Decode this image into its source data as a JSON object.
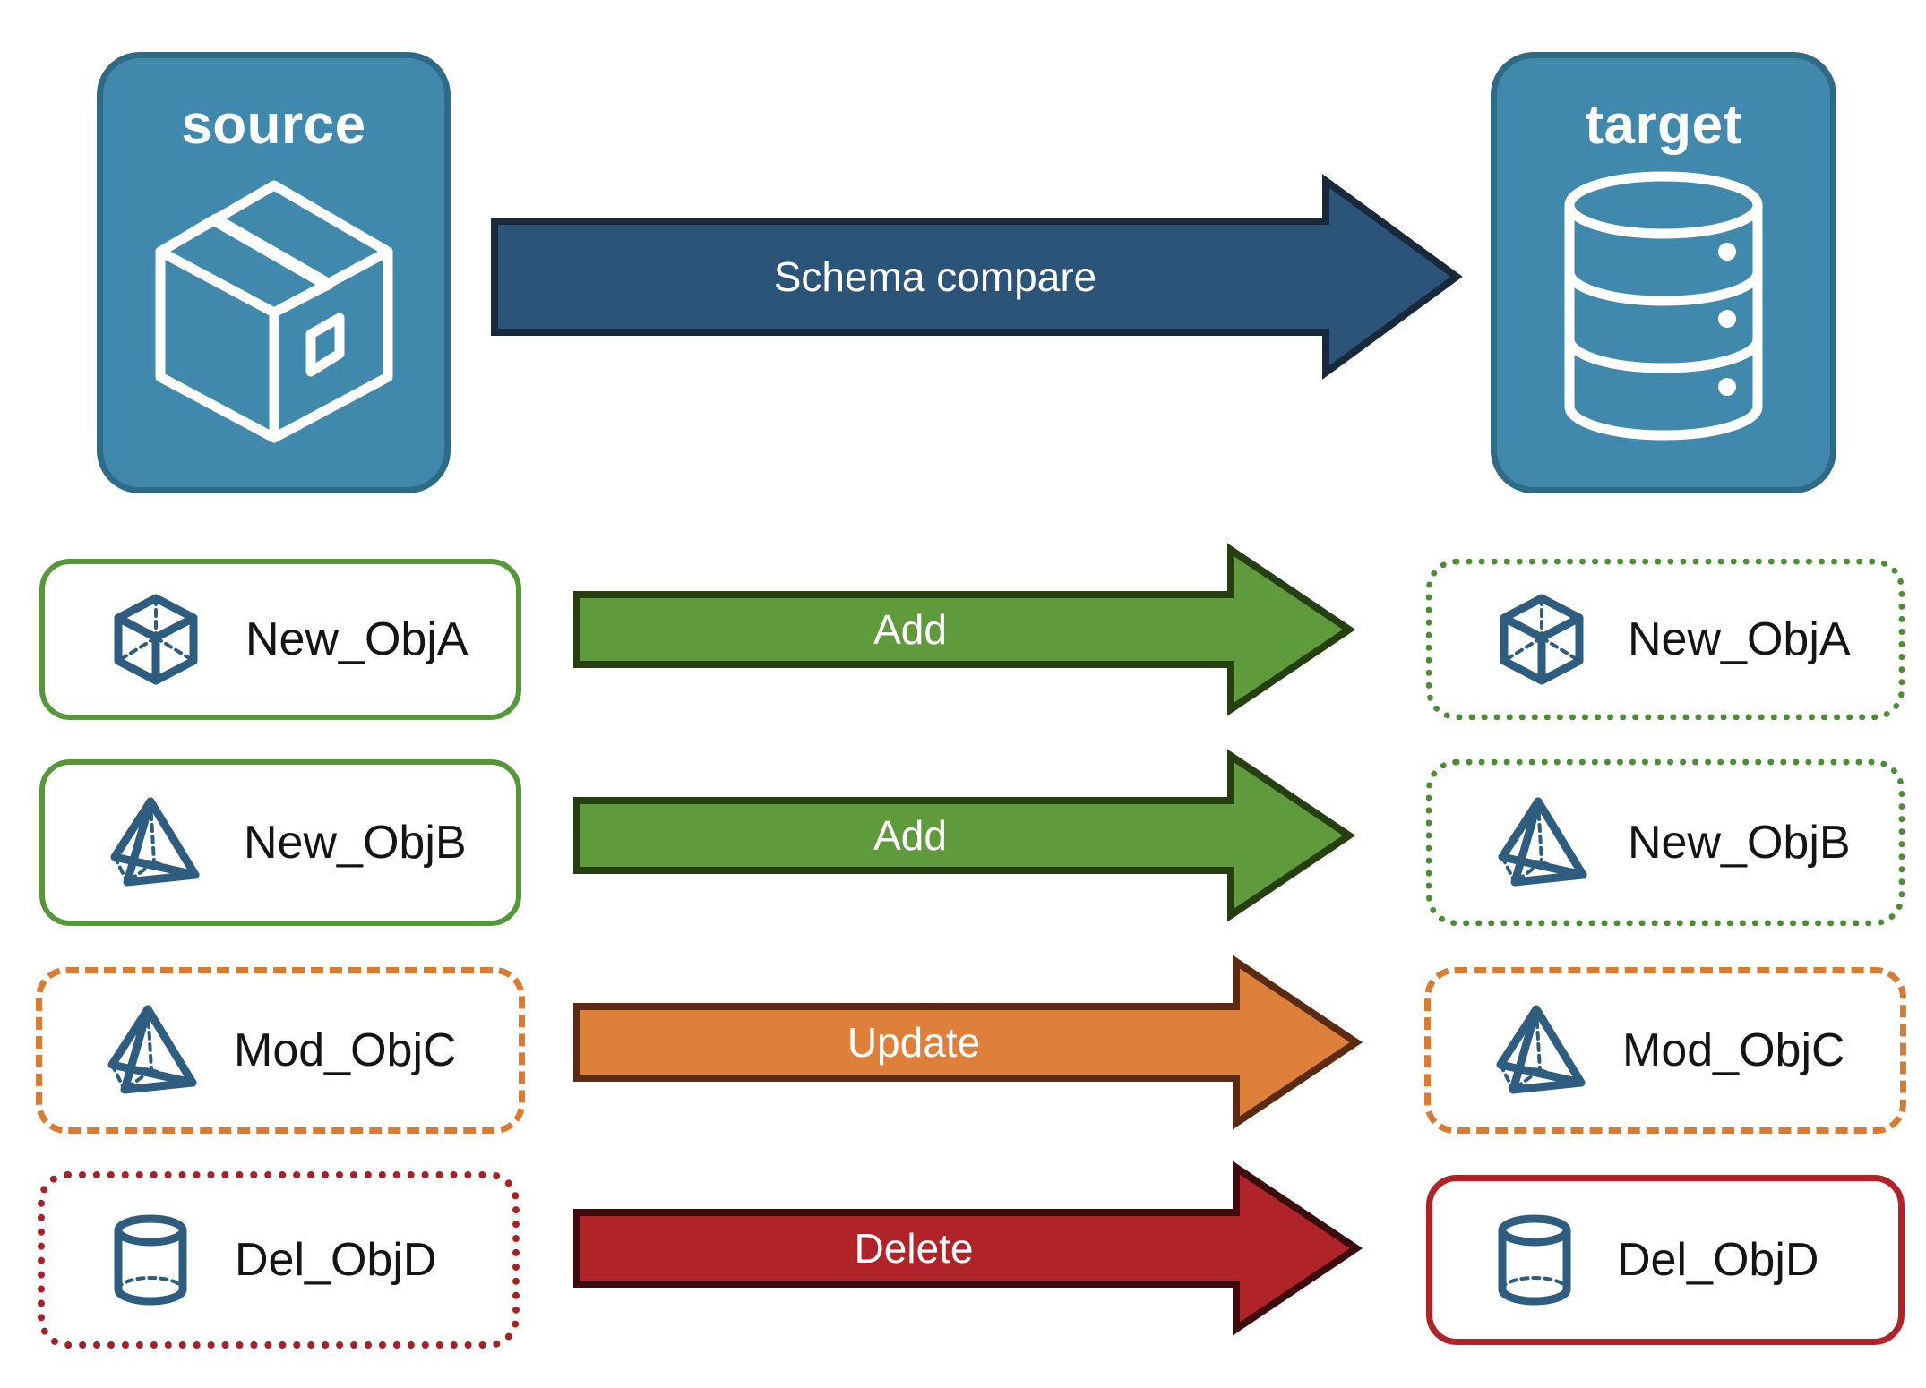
{
  "diagram": {
    "title_source": "source",
    "title_target": "target",
    "main_flow_label": "Schema compare",
    "colors": {
      "endpoint_fill": "#4189AC",
      "endpoint_stroke": "#2F6B86",
      "compare_arrow_fill": "#2B5478",
      "compare_arrow_stroke": "#17293B",
      "add_fill": "#5F9A3D",
      "add_stroke": "#253F10",
      "update_fill": "#DE7F3C",
      "update_stroke": "#5A2A12",
      "delete_fill": "#AF2329",
      "delete_stroke": "#3E0B0D",
      "icon_blue": "#2E5D80",
      "green_border": "#57963A",
      "orange_border": "#D97B33",
      "red_border": "#B22229",
      "label_text": "#141414"
    }
  },
  "endpoints": {
    "source": {
      "label": "source",
      "icon": "package-box-icon"
    },
    "target": {
      "label": "target",
      "icon": "database-cylinder-icon"
    }
  },
  "compare": {
    "label": "Schema compare",
    "icon": "right-arrow-icon"
  },
  "rows": [
    {
      "action": "Add",
      "source": {
        "label": "New_ObjA",
        "icon": "wireframe-cube-icon",
        "border_style": "solid",
        "border_color": "green"
      },
      "target": {
        "label": "New_ObjA",
        "icon": "wireframe-cube-icon",
        "border_style": "dotted",
        "border_color": "green"
      }
    },
    {
      "action": "Add",
      "source": {
        "label": "New_ObjB",
        "icon": "wireframe-pyramid-icon",
        "border_style": "solid",
        "border_color": "green"
      },
      "target": {
        "label": "New_ObjB",
        "icon": "wireframe-pyramid-icon",
        "border_style": "dotted",
        "border_color": "green"
      }
    },
    {
      "action": "Update",
      "source": {
        "label": "Mod_ObjC",
        "icon": "wireframe-pyramid-icon",
        "border_style": "dashed",
        "border_color": "orange"
      },
      "target": {
        "label": "Mod_ObjC",
        "icon": "wireframe-pyramid-icon",
        "border_style": "dashed",
        "border_color": "orange"
      }
    },
    {
      "action": "Delete",
      "source": {
        "label": "Del_ObjD",
        "icon": "cylinder-icon",
        "border_style": "dotted",
        "border_color": "red"
      },
      "target": {
        "label": "Del_ObjD",
        "icon": "cylinder-icon",
        "border_style": "solid",
        "border_color": "red"
      }
    }
  ]
}
